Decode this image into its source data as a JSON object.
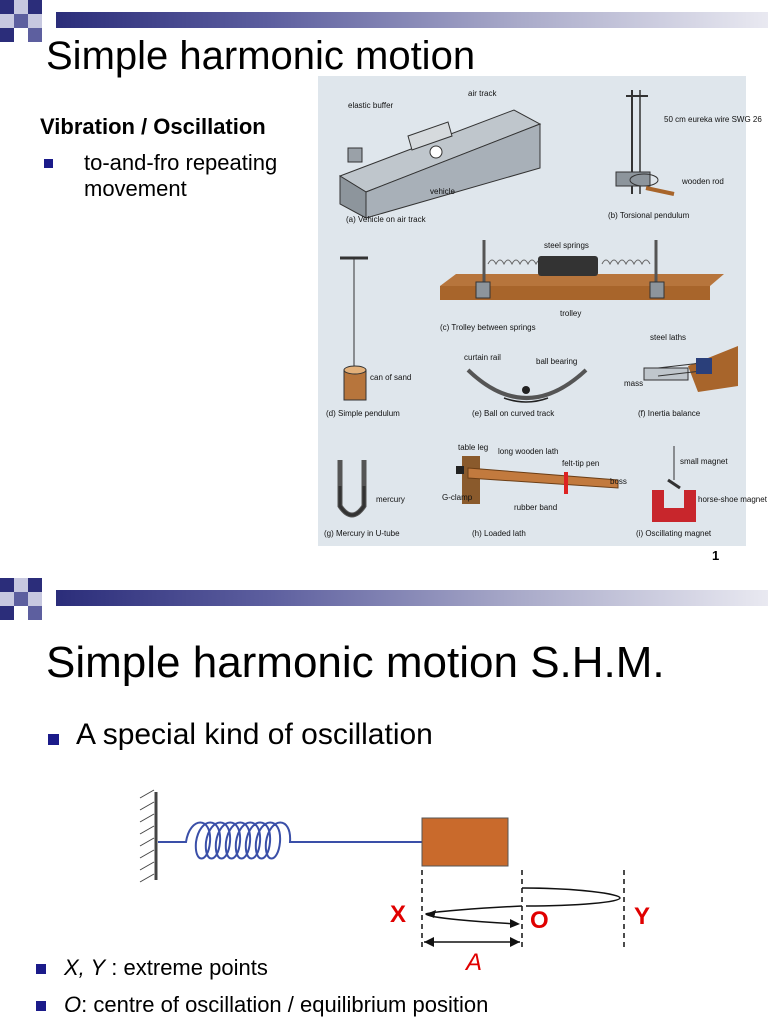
{
  "slide1": {
    "title": "Simple harmonic motion",
    "subheading": "Vibration / Oscillation",
    "bullet": "to-and-fro repeating movement",
    "page_number": "1",
    "figure_labels": {
      "air_track": "air track",
      "elastic_buffer": "elastic buffer",
      "vehicle": "vehicle",
      "caption_a": "(a) Vehicle on air track",
      "eureka_wire": "50 cm eureka wire SWG 26",
      "wooden_rod": "wooden rod",
      "caption_b": "(b) Torsional pendulum",
      "steel_springs": "steel springs",
      "trolley": "trolley",
      "caption_c": "(c) Trolley between springs",
      "can_of_sand": "can of sand",
      "caption_d": "(d) Simple pendulum",
      "curtain_rail": "curtain rail",
      "ball_bearing": "ball bearing",
      "caption_e": "(e) Ball on curved track",
      "steel_laths": "steel laths",
      "mass": "mass",
      "caption_f": "(f) Inertia balance",
      "mercury": "mercury",
      "caption_g": "(g) Mercury in U-tube",
      "table_leg": "table leg",
      "long_wooden_lath": "long wooden lath",
      "felt_tip_pen": "felt-tip pen",
      "boss": "boss",
      "g_clamp": "G-clamp",
      "rubber_band": "rubber band",
      "caption_h": "(h) Loaded lath",
      "small_magnet": "small magnet",
      "horseshoe_magnet": "horse-shoe magnet",
      "caption_i": "(i) Oscillating magnet"
    }
  },
  "slide2": {
    "title": "Simple harmonic motion S.H.M.",
    "bullet_main": "A special kind of oscillation",
    "diagram": {
      "label_x": "X",
      "label_o": "O",
      "label_y": "Y",
      "label_a": "A"
    },
    "bullet_xy_var": "X, Y",
    "bullet_xy_text": " : extreme points",
    "bullet_o_var": "O",
    "bullet_o_text": ": centre of oscillation / equilibrium position"
  },
  "colors": {
    "band_dark": "#2b2d7a",
    "bullet_square": "#1b1b8a",
    "mass_block": "#c96a2c",
    "spring": "#3a4fa8",
    "diagram_labels": "#e00000",
    "lath_wood": "#a8652b"
  }
}
